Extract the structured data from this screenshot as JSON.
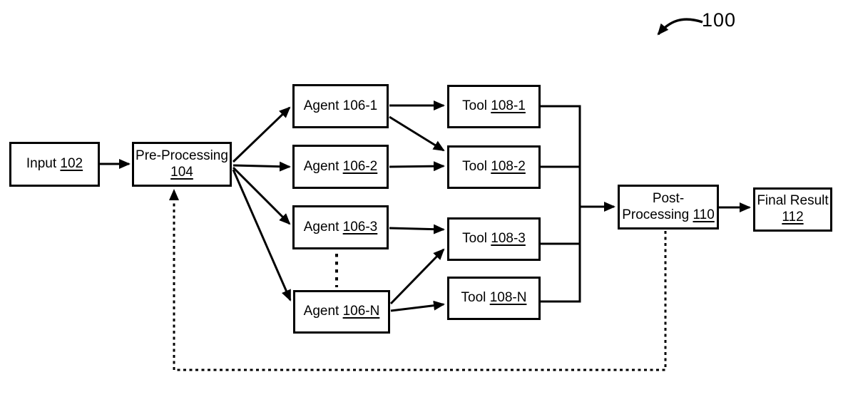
{
  "figure": {
    "reference_number": "100"
  },
  "nodes": {
    "input": {
      "text": "Input",
      "ref": "102",
      "ref_underline": true
    },
    "pre": {
      "text": "Pre-Processing",
      "ref": "104",
      "ref_underline": true
    },
    "agent1": {
      "text": "Agent",
      "ref": "106-1",
      "ref_underline": false
    },
    "agent2": {
      "text": "Agent",
      "ref": "106-2",
      "ref_underline": true
    },
    "agent3": {
      "text": "Agent",
      "ref": "106-3",
      "ref_underline": true
    },
    "agentN": {
      "text": "Agent",
      "ref": "106-N",
      "ref_underline": true
    },
    "tool1": {
      "text": "Tool",
      "ref": "108-1",
      "ref_underline": true
    },
    "tool2": {
      "text": "Tool",
      "ref": "108-2",
      "ref_underline": true
    },
    "tool3": {
      "text": "Tool",
      "ref": "108-3",
      "ref_underline": true
    },
    "toolN": {
      "text": "Tool",
      "ref": "108-N",
      "ref_underline": true
    },
    "post": {
      "text1": "Post-",
      "text2": "Processing",
      "ref": "110",
      "ref_underline": true
    },
    "final": {
      "text": "Final Result",
      "ref": "112",
      "ref_underline": true
    }
  },
  "edges": [
    {
      "from": "Input 102",
      "to": "Pre-Processing 104",
      "style": "solid-arrow"
    },
    {
      "from": "Pre-Processing 104",
      "to": "Agent 106-1",
      "style": "solid-arrow"
    },
    {
      "from": "Pre-Processing 104",
      "to": "Agent 106-2",
      "style": "solid-arrow"
    },
    {
      "from": "Pre-Processing 104",
      "to": "Agent 106-3",
      "style": "solid-arrow"
    },
    {
      "from": "Pre-Processing 104",
      "to": "Agent 106-N",
      "style": "solid-arrow"
    },
    {
      "from": "Agent 106-1",
      "to": "Tool 108-1",
      "style": "solid-arrow"
    },
    {
      "from": "Agent 106-1",
      "to": "Tool 108-2",
      "style": "solid-arrow"
    },
    {
      "from": "Agent 106-2",
      "to": "Tool 108-2",
      "style": "solid-arrow"
    },
    {
      "from": "Agent 106-3",
      "to": "Tool 108-3",
      "style": "solid-arrow"
    },
    {
      "from": "Agent 106-N",
      "to": "Tool 108-3",
      "style": "solid-arrow"
    },
    {
      "from": "Agent 106-N",
      "to": "Tool 108-N",
      "style": "solid-arrow"
    },
    {
      "from": "Tool 108-1",
      "to": "Post-Processing 110",
      "style": "solid-bus"
    },
    {
      "from": "Tool 108-2",
      "to": "Post-Processing 110",
      "style": "solid-bus"
    },
    {
      "from": "Tool 108-3",
      "to": "Post-Processing 110",
      "style": "solid-bus"
    },
    {
      "from": "Tool 108-N",
      "to": "Post-Processing 110",
      "style": "solid-bus"
    },
    {
      "from": "Post-Processing 110",
      "to": "Final Result 112",
      "style": "solid-arrow"
    },
    {
      "from": "Post-Processing 110",
      "to": "Pre-Processing 104",
      "style": "dashed-arrow-feedback"
    },
    {
      "from": "Agent 106-3",
      "to": "Agent 106-N",
      "style": "dotted-ellipsis"
    }
  ],
  "colors": {
    "line": "#000000",
    "background": "#ffffff",
    "box_fill": "#ffffff",
    "text": "#000000"
  }
}
